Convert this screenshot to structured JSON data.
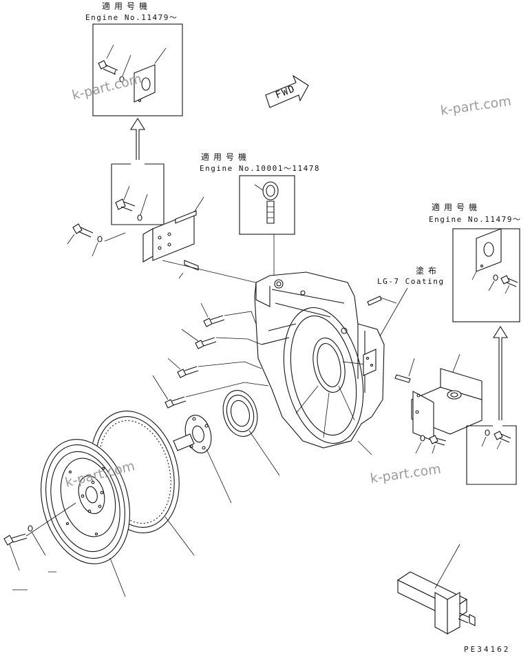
{
  "notes": {
    "top_left": {
      "jp": "適用号機",
      "engine": "Engine No.11479〜"
    },
    "center": {
      "jp": "適用号機",
      "engine": "Engine No.10001〜11478"
    },
    "right": {
      "jp": "適用号機",
      "engine": "Engine No.11479〜"
    },
    "coating": {
      "jp": "塗布",
      "text": "LG-7 Coating"
    }
  },
  "fwd_label": "FWD",
  "watermark": "k-part.com",
  "figure_code": "PE34162"
}
